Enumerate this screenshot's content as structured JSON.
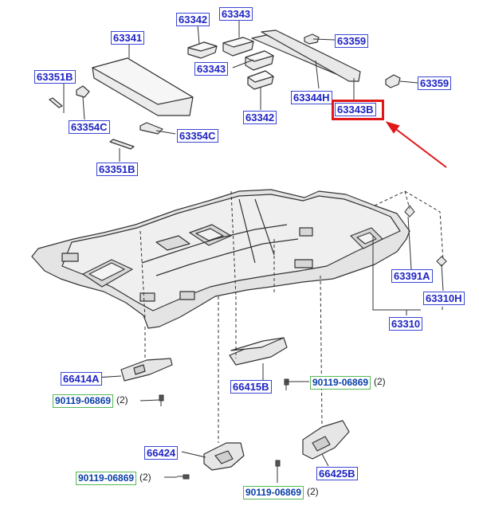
{
  "colors": {
    "part_label": "#1f24c4",
    "bolt_label_border": "#55b855",
    "highlight": "#e01818",
    "line": "#333333"
  },
  "parts": {
    "p63342_top": "63342",
    "p63343_top": "63343",
    "p63341": "63341",
    "p63359_a": "63359",
    "p63343_mid": "63343",
    "p63351b_top": "63351B",
    "p63359_b": "63359",
    "p63344h": "63344H",
    "p63343b": "63343B",
    "p63354c_a": "63354C",
    "p63342_bot": "63342",
    "p63354c_b": "63354C",
    "p63351b_bot": "63351B",
    "p63391a": "63391A",
    "p63310h": "63310H",
    "p63310": "63310",
    "p66414a": "66414A",
    "p66415b": "66415B",
    "p66424": "66424",
    "p66425b": "66425B"
  },
  "bolts": {
    "b1": {
      "code": "90119-06869",
      "qty": "(2)"
    },
    "b2": {
      "code": "90119-06869",
      "qty": "(2)"
    },
    "b3": {
      "code": "90119-06869",
      "qty": "(2)"
    },
    "b4": {
      "code": "90119-06869",
      "qty": "(2)"
    }
  },
  "highlighted_part": "63343B"
}
